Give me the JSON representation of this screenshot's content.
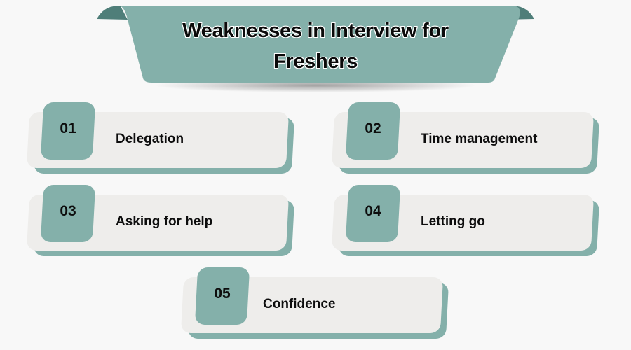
{
  "title": {
    "line1": "Weaknesses in Interview for",
    "line2": "Freshers"
  },
  "colors": {
    "accent": "#84b0aa",
    "card": "#eeedeb",
    "background": "#f8f8f8",
    "banner_curl": "#4f7e79"
  },
  "items": [
    {
      "number": "01",
      "label": "Delegation"
    },
    {
      "number": "02",
      "label": "Time management"
    },
    {
      "number": "03",
      "label": "Asking for help"
    },
    {
      "number": "04",
      "label": "Letting go"
    },
    {
      "number": "05",
      "label": "Confidence"
    }
  ]
}
